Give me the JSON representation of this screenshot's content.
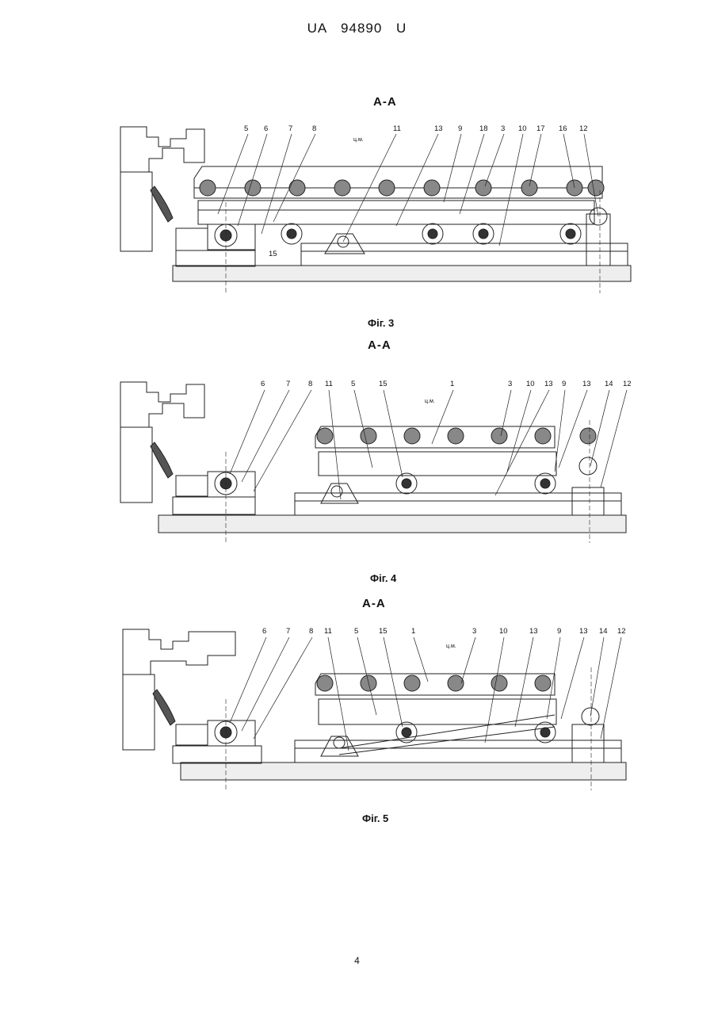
{
  "header": {
    "patent_number": "UA   94890   U"
  },
  "figures": [
    {
      "section": "A-A",
      "caption": "Фіг. 3",
      "callouts": [
        "5",
        "6",
        "7",
        "8",
        "ц.м.",
        "11",
        "13",
        "9",
        "18",
        "3",
        "10",
        "17",
        "16",
        "12",
        "15"
      ]
    },
    {
      "section": "A-A",
      "caption": "Фіг. 4",
      "callouts": [
        "6",
        "7",
        "8",
        "11",
        "5",
        "15",
        "1",
        "ц.м.",
        "3",
        "10",
        "13",
        "9",
        "13",
        "14",
        "12"
      ]
    },
    {
      "section": "A-A",
      "caption": "Фіг. 5",
      "callouts": [
        "6",
        "7",
        "8",
        "11",
        "5",
        "15",
        "1",
        "ц.м.",
        "3",
        "10",
        "13",
        "9",
        "13",
        "14",
        "12"
      ]
    }
  ],
  "page_number": "4"
}
